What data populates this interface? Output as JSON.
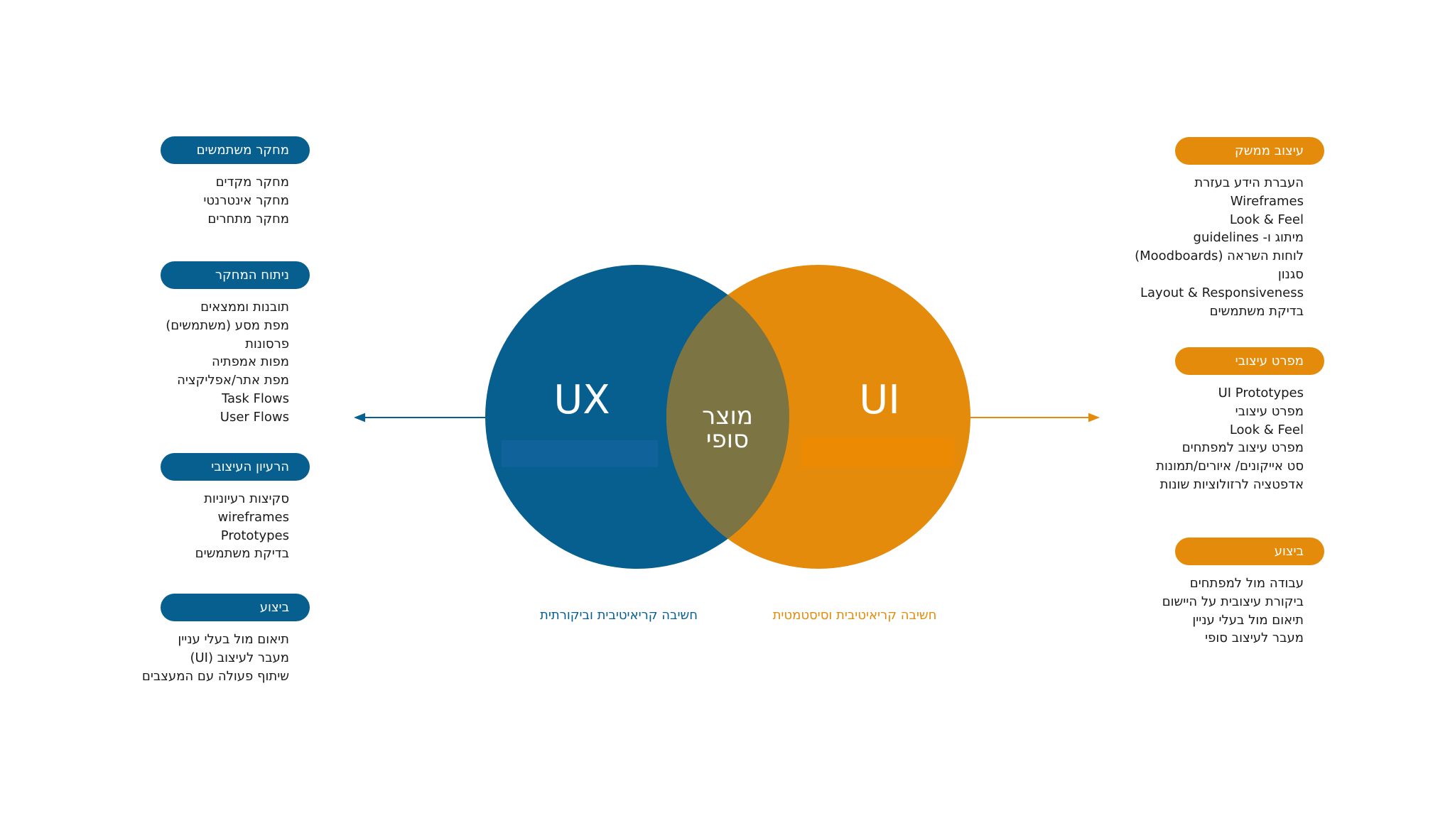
{
  "colors": {
    "blue": "#065f8e",
    "orange": "#e48b0b",
    "overlap": "#7d7443"
  },
  "left_groups": [
    {
      "title": "מחקר משתמשים",
      "items": [
        "מחקר מקדים",
        "מחקר אינטרנטי",
        "מחקר מתחרים"
      ]
    },
    {
      "title": "ניתוח המחקר",
      "items": [
        "תובנות וממצאים",
        "מפת מסע (משתמשים)",
        "פרסונות",
        "מפות אמפתיה",
        "מפת אתר/אפליקציה",
        "Task Flows",
        "User Flows"
      ]
    },
    {
      "title": "הרעיון העיצובי",
      "items": [
        "סקיצות רעיוניות",
        "wireframes",
        "Prototypes",
        "בדיקת משתמשים"
      ]
    },
    {
      "title": "ביצוע",
      "items": [
        "תיאום מול בעלי עניין",
        "מעבר לעיצוב (UI)",
        "שיתוף פעולה עם המעצבים"
      ]
    }
  ],
  "right_groups": [
    {
      "title": "עיצוב ממשק",
      "items": [
        "העברת הידע בעזרת",
        "Wireframes",
        "Look & Feel",
        "מיתוג ו- guidelines",
        "לוחות השראה (Moodboards)",
        "סגנון",
        "Layout & Responsiveness",
        "בדיקת משתמשים"
      ]
    },
    {
      "title": "מפרט עיצובי",
      "items": [
        "UI Prototypes",
        "מפרט עיצובי",
        "Look & Feel",
        "מפרט עיצוב למפתחים",
        "סט אייקונים/ איורים/תמונות",
        "אדפטציה לרזולוציות שונות"
      ]
    },
    {
      "title": "ביצוע",
      "items": [
        "עבודה מול למפתחים",
        "ביקורת עיצובית על היישום",
        "תיאום מול בעלי עניין",
        "מעבר לעיצוב סופי"
      ]
    }
  ],
  "venn": {
    "left_label": "UX",
    "right_label": "UI",
    "overlap_line1": "מוצר",
    "overlap_line2": "סופי"
  },
  "captions": {
    "ux": "חשיבה קריאיטיבית וביקורתית",
    "ui": "חשיבה קריאיטיבית וסיסטמטית"
  }
}
